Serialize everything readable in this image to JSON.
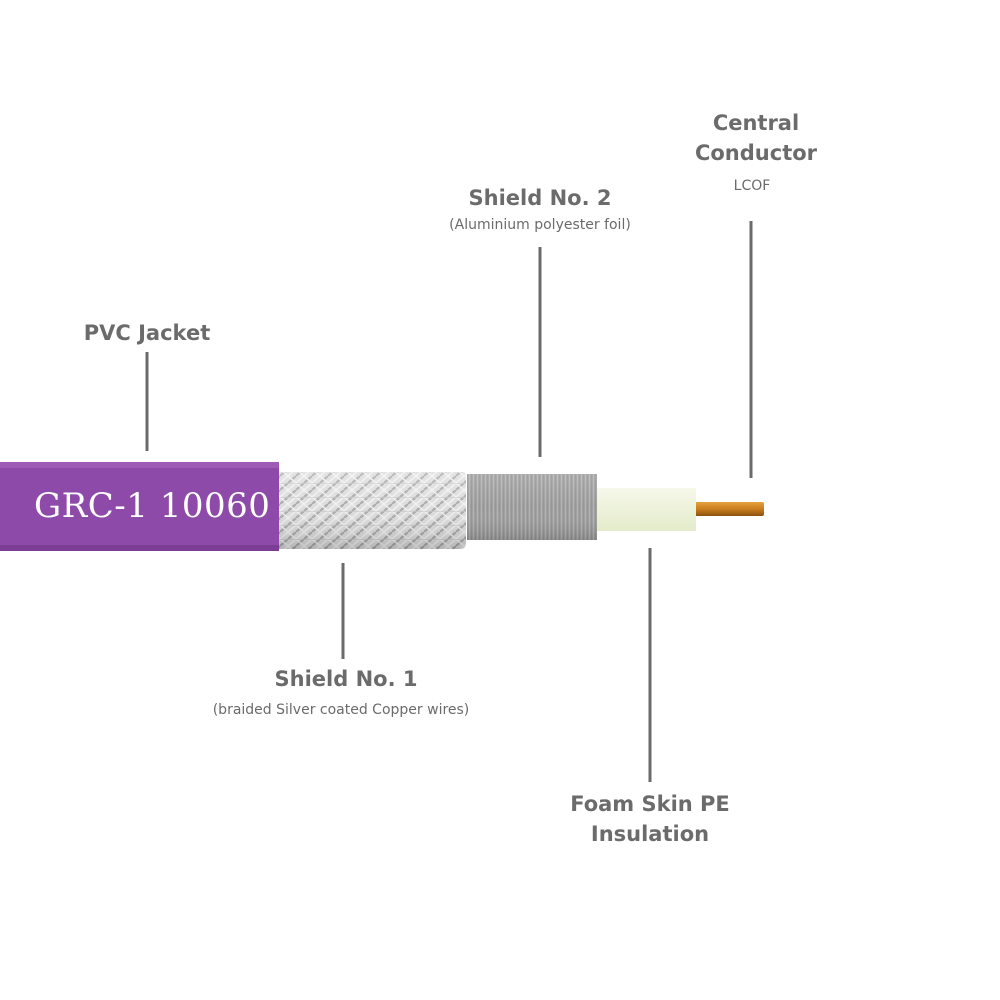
{
  "cable_print": "GRC-1 10060",
  "colors": {
    "jacket": "#8e4aa8",
    "braid": "#d8d8d8",
    "foil": "#9c9c9c",
    "insulation": "#eef3da",
    "conductor": "#c97d1e",
    "leader_line": "#6b6b6b",
    "label_text": "#6b6b6b"
  },
  "labels": {
    "pvc_jacket": {
      "title": "PVC Jacket"
    },
    "shield_1": {
      "title": "Shield No. 1",
      "subtitle": "(braided Silver coated Copper wires)"
    },
    "shield_2": {
      "title": "Shield No. 2",
      "subtitle": "(Aluminium polyester foil)"
    },
    "central_conductor": {
      "title_line1": "Central",
      "title_line2": "Conductor",
      "subtitle": "LCOF"
    },
    "foam_insulation": {
      "title_line1": "Foam Skin PE",
      "title_line2": "Insulation"
    }
  }
}
